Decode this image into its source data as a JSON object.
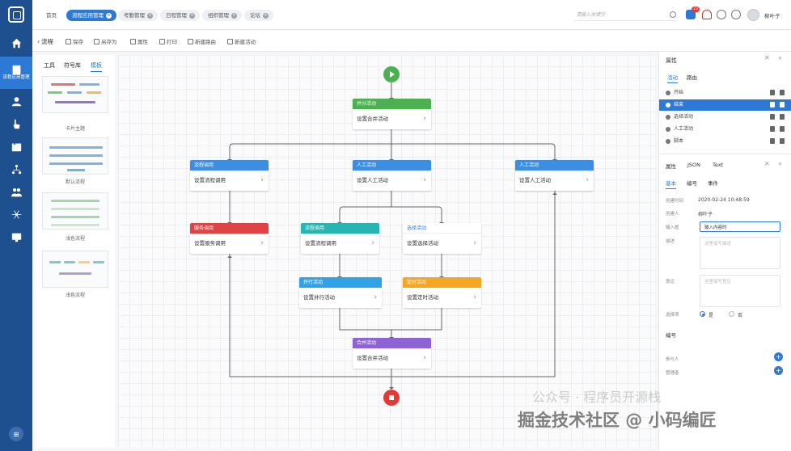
{
  "rail": {
    "active_label": "流程应用管理"
  },
  "topbar": {
    "tabs": [
      {
        "label": "首页",
        "active": false,
        "closable": false
      },
      {
        "label": "流程应用管理",
        "active": true,
        "closable": true
      },
      {
        "label": "考勤管理",
        "active": false,
        "closable": true
      },
      {
        "label": "日程管理",
        "active": false,
        "closable": true
      },
      {
        "label": "组织管理",
        "active": false,
        "closable": true
      },
      {
        "label": "论坛",
        "active": false,
        "closable": true
      }
    ],
    "search_placeholder": "请输入关键字",
    "notification_count": "23",
    "username": "柳叶子"
  },
  "toolbar": {
    "back_label": "流程",
    "items": [
      "保存",
      "另存为",
      "属性",
      "打印",
      "新建路由",
      "新建活动"
    ]
  },
  "left_panel": {
    "tabs": [
      "工具",
      "符号库",
      "模板"
    ],
    "templates": [
      "卡片主题",
      "默认流程",
      "浅色流程",
      "浅色流程"
    ]
  },
  "flow": {
    "nodes": [
      {
        "id": "n1",
        "header": "并分活动",
        "body": "设置合并活动",
        "color": "#4caf50"
      },
      {
        "id": "n2",
        "header": "流程调用",
        "body": "设置流程调用",
        "color": "#3d8ee0"
      },
      {
        "id": "n3",
        "header": "人工活动",
        "body": "设置人工活动",
        "color": "#3d8ee0"
      },
      {
        "id": "n4",
        "header": "人工活动",
        "body": "设置人工活动",
        "color": "#3d8ee0"
      },
      {
        "id": "n5",
        "header": "服务调用",
        "body": "设置服务调用",
        "color": "#e04343"
      },
      {
        "id": "n6",
        "header": "流程调用",
        "body": "设置流程调用",
        "color": "#26b5b0"
      },
      {
        "id": "n7",
        "header": "选择活动",
        "body": "设置选择活动",
        "color": "#ffffff"
      },
      {
        "id": "n8",
        "header": "并行活动",
        "body": "设置并行活动",
        "color": "#2fa3e6"
      },
      {
        "id": "n9",
        "header": "定时活动",
        "body": "设置定时活动",
        "color": "#f5a623"
      },
      {
        "id": "n10",
        "header": "合并活动",
        "body": "设置合并活动",
        "color": "#8e63d6"
      }
    ],
    "start_color": "#4caf50",
    "end_color": "#e53935"
  },
  "right_panel": {
    "title": "属性",
    "list_tabs": [
      "活动",
      "路由"
    ],
    "activities": [
      {
        "label": "开始",
        "selected": false
      },
      {
        "label": "结束",
        "selected": true
      },
      {
        "label": "选择活动",
        "selected": false
      },
      {
        "label": "人工活动",
        "selected": false
      },
      {
        "label": "脚本",
        "selected": false
      }
    ],
    "prop_tabs": [
      "属性",
      "JSON",
      "Text"
    ],
    "sub_tabs": [
      "基本",
      "编号",
      "事件"
    ],
    "form": {
      "created_label": "创建时间",
      "created_value": "2020-02-24 10:48:59",
      "creator_label": "创建人",
      "creator_value": "柳叶子",
      "input_label": "输入框",
      "input_value": "输入内容时",
      "desc_label": "描述",
      "desc_placeholder": "这里填写描述",
      "opinion_label": "意见",
      "opinion_placeholder": "这里填写意见",
      "select_label": "选择项",
      "yes_label": "是",
      "no_label": "否",
      "section_label": "编号",
      "participant_label": "参与人",
      "manager_label": "管理者"
    }
  },
  "watermark": {
    "line1": "公众号 · 程序员开源栈",
    "line2": "掘金技术社区 @ 小码编匠"
  }
}
